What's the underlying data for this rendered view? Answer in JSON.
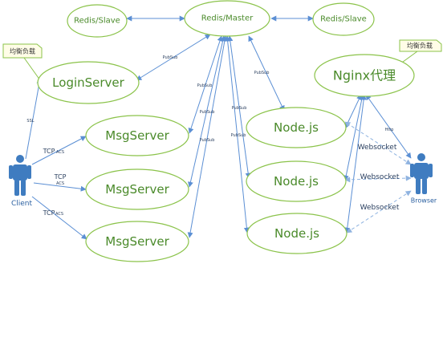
{
  "nodes": {
    "redis_slave_left": "Redis/Slave",
    "redis_master": "Redis/Master",
    "redis_slave_right": "Redis/Slave",
    "login_server": "LoginServer",
    "msg_server_1": "MsgServer",
    "msg_server_2": "MsgServer",
    "msg_server_3": "MsgServer",
    "nodejs_1": "Node.js",
    "nodejs_2": "Node.js",
    "nodejs_3": "Node.js",
    "nginx_proxy": "Nginx代理"
  },
  "callouts": {
    "load_balance_left": "均衡负载",
    "load_balance_right": "均衡负载"
  },
  "actors": {
    "client": "Client",
    "browser": "Browser"
  },
  "edge_labels": {
    "pubsub": "PubSub",
    "ssl": "SSL",
    "tcp": "TCP",
    "acs": "ACS",
    "http": "Http",
    "websocket": "Websocket"
  },
  "colors": {
    "node_border": "#8bc34a",
    "node_text": "#4a8a2a",
    "edge": "#5b8fd4",
    "edge_dashed": "#8fb3e0",
    "callout_fill": "#fffde7",
    "person": "#3f7cc0"
  }
}
